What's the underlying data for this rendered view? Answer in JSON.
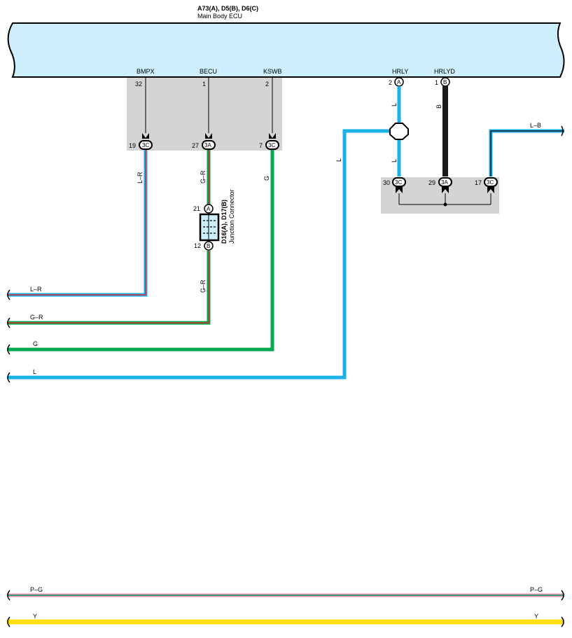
{
  "ecu": {
    "code": "A73(A), D5(B), D6(C)",
    "name": "Main Body ECU"
  },
  "colors": {
    "ecu_fill": "#cdeefd",
    "connector_box": "#d4d4d4",
    "L": "#1ab0e8",
    "G": "#00a651",
    "R": "#e8252b",
    "P": "#f08cc0",
    "Y": "#ffe000",
    "B": "#1a1a1a",
    "W": "#ffffff"
  },
  "ecu_terminals": [
    {
      "name": "BMPX",
      "pin": "32",
      "conn_pin": "19",
      "conn_id": "3C",
      "wire_label": "L–R"
    },
    {
      "name": "BECU",
      "pin": "1",
      "conn_pin": "27",
      "conn_id": "3A",
      "wire_label": "G–R"
    },
    {
      "name": "KSWB",
      "pin": "2",
      "conn_pin": "7",
      "conn_id": "3C",
      "wire_label": "G"
    }
  ],
  "relay_terminals": [
    {
      "name": "HRLY",
      "pin": "2",
      "pin_letter": "A",
      "wire_label": "L"
    },
    {
      "name": "HRLYD",
      "pin": "1",
      "pin_letter": "B",
      "wire_label": "B"
    }
  ],
  "relay_box_pins": [
    {
      "pin": "30",
      "conn_id": "3C"
    },
    {
      "pin": "29",
      "conn_id": "3A"
    },
    {
      "pin": "17",
      "conn_id": "3C"
    }
  ],
  "junction": {
    "code": "D16(A), D17(B)",
    "name": "Junction Connector",
    "top_pin": "21",
    "top_letter": "A",
    "bottom_pin": "12",
    "bottom_letter": "B",
    "wire_label_below": "G–R"
  },
  "splice_wire_label": "L",
  "relay_lower_wire_label": "L",
  "right_wire_label": "L–B",
  "left_wires": [
    {
      "label": "L–R"
    },
    {
      "label": "G–R"
    },
    {
      "label": "G"
    },
    {
      "label": "L"
    }
  ],
  "bottom_wires": [
    {
      "left_label": "P–G",
      "right_label": "P–G"
    },
    {
      "left_label": "Y",
      "right_label": "Y"
    }
  ]
}
